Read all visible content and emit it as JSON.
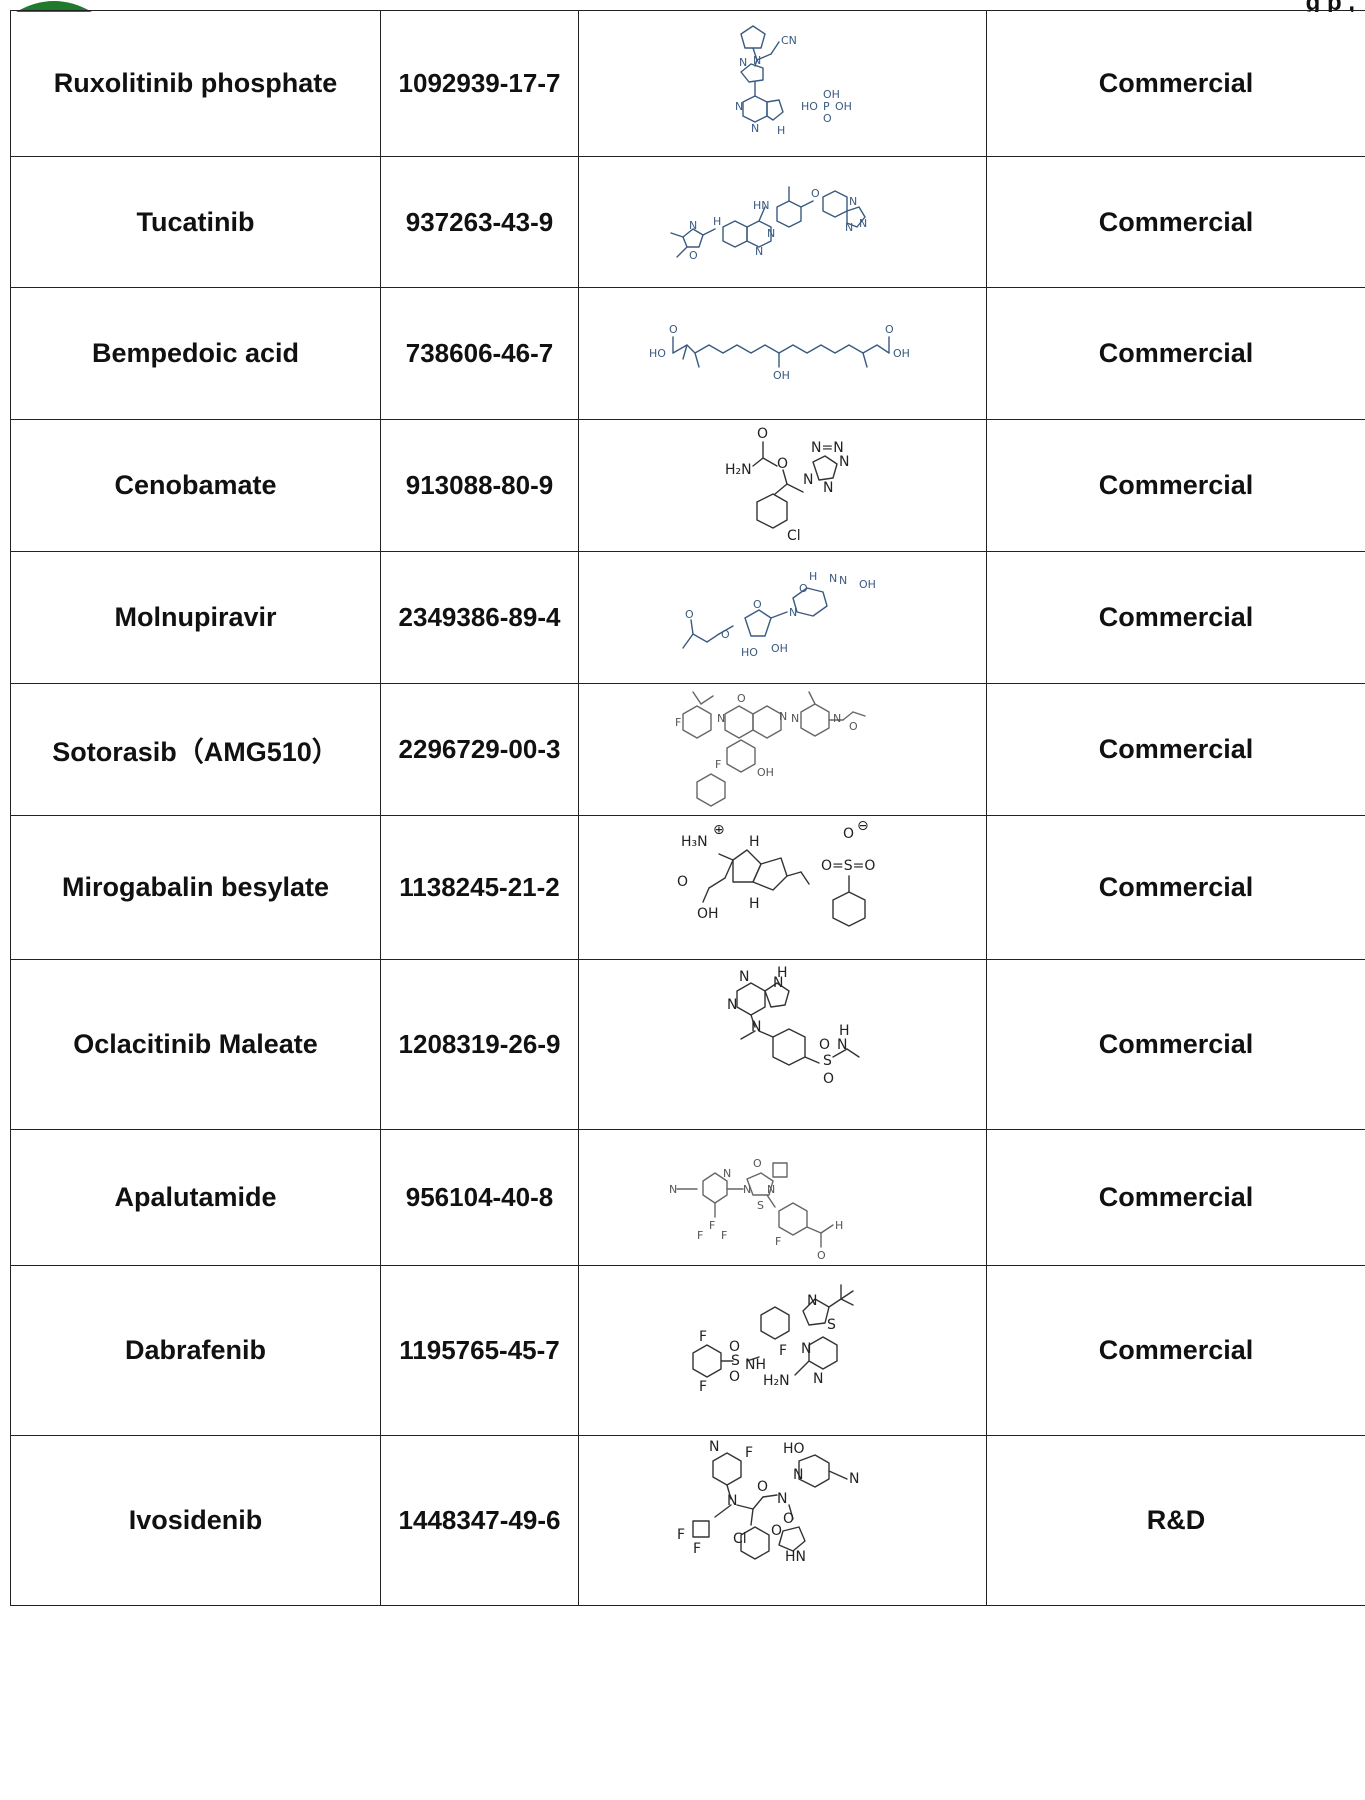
{
  "header": {
    "cut_text": "g       p             ,"
  },
  "rows": [
    {
      "name": "Ruxolitinib phosphate",
      "cas": "1092939-17-7",
      "status": "Commercial",
      "structure_icon": "ruxolitinib-phosphate-structure-icon"
    },
    {
      "name": "Tucatinib",
      "cas": "937263-43-9",
      "status": "Commercial",
      "structure_icon": "tucatinib-structure-icon"
    },
    {
      "name": "Bempedoic acid",
      "cas": "738606-46-7",
      "status": "Commercial",
      "structure_icon": "bempedoic-acid-structure-icon"
    },
    {
      "name": "Cenobamate",
      "cas": "913088-80-9",
      "status": "Commercial",
      "structure_icon": "cenobamate-structure-icon"
    },
    {
      "name": "Molnupiravir",
      "cas": "2349386-89-4",
      "status": "Commercial",
      "structure_icon": "molnupiravir-structure-icon"
    },
    {
      "name": "Sotorasib（AMG510）",
      "cas": "2296729-00-3",
      "status": "Commercial",
      "structure_icon": "sotorasib-structure-icon"
    },
    {
      "name": "Mirogabalin besylate",
      "cas": "1138245-21-2",
      "status": "Commercial",
      "structure_icon": "mirogabalin-besylate-structure-icon"
    },
    {
      "name": "Oclacitinib Maleate",
      "cas": "1208319-26-9",
      "status": "Commercial",
      "structure_icon": "oclacitinib-maleate-structure-icon"
    },
    {
      "name": "Apalutamide",
      "cas": "956104-40-8",
      "status": "Commercial",
      "structure_icon": "apalutamide-structure-icon"
    },
    {
      "name": "Dabrafenib",
      "cas": "1195765-45-7",
      "status": "Commercial",
      "structure_icon": "dabrafenib-structure-icon"
    },
    {
      "name": "Ivosidenib",
      "cas": "1448347-49-6",
      "status": "R&D",
      "structure_icon": "ivosidenib-structure-icon"
    }
  ],
  "structure_labels": {
    "rux": [
      "CN",
      "N",
      "N",
      "N",
      "N",
      "H",
      "OH",
      "HO",
      "P",
      "OH",
      "O"
    ],
    "tuc": [
      "N",
      "O",
      "H",
      "HN",
      "N",
      "N",
      "O",
      "N",
      "N",
      "N"
    ],
    "bemp": [
      "O",
      "HO",
      "O",
      "OH",
      "OH"
    ],
    "ceno": [
      "O",
      "H₂N",
      "O",
      "N=N",
      "N",
      "N",
      "N",
      "Cl"
    ],
    "moln": [
      "O",
      "H",
      "N",
      "N",
      "OH",
      "O",
      "N",
      "O",
      "O",
      "HO",
      "OH"
    ],
    "soto": [
      "F",
      "N",
      "O",
      "N",
      "N",
      "N",
      "O",
      "F",
      "OH"
    ],
    "miro": [
      "H₃N",
      "⊕",
      "H",
      "O",
      "OH",
      "H",
      "O",
      "⊖",
      "O=S=O"
    ],
    "ocla": [
      "N",
      "H",
      "N",
      "N",
      "N",
      "O",
      "S",
      "O",
      "H",
      "N"
    ],
    "apal": [
      "N",
      "N",
      "O",
      "N",
      "N",
      "S",
      "F",
      "F",
      "F",
      "F",
      "O",
      "H"
    ],
    "dabr": [
      "F",
      "F",
      "S",
      "O",
      "O",
      "NH",
      "F",
      "N",
      "S",
      "N",
      "N",
      "H₂N"
    ],
    "ivos": [
      "N",
      "F",
      "HO",
      "N",
      "N",
      "O",
      "N",
      "O",
      "O",
      "HN",
      "F",
      "F",
      "Cl",
      "N"
    ]
  }
}
